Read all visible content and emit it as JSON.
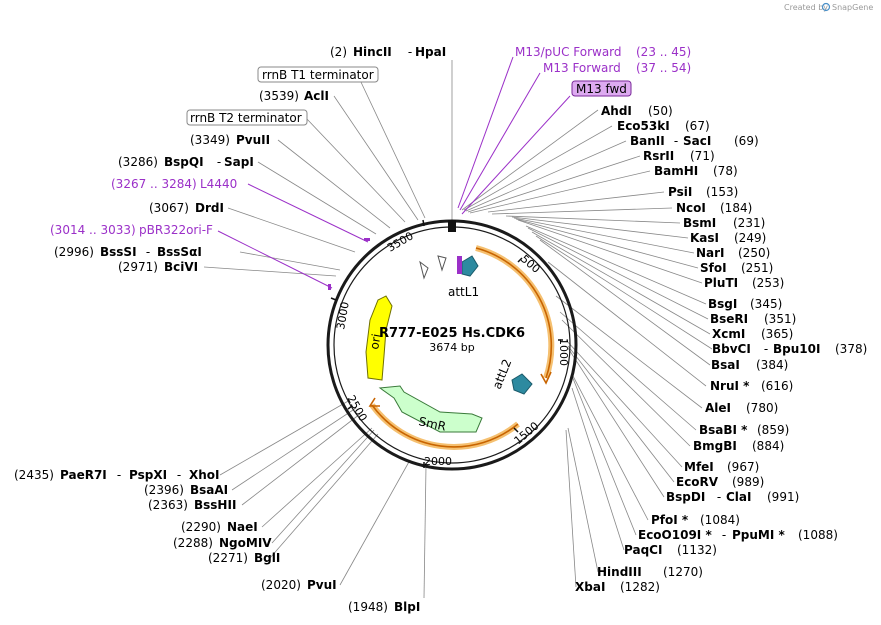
{
  "credit": {
    "prefix": "Created by",
    "brand": "SnapGene"
  },
  "plasmid": {
    "name": "R777-E025 Hs.CDK6",
    "length_label": "3674 bp"
  },
  "ticks": [
    "500",
    "1000",
    "1500",
    "2000",
    "2500",
    "3000",
    "3500"
  ],
  "features": {
    "attL1": "attL1",
    "attL2": "attL2",
    "ori": "ori",
    "SmR": "SmR",
    "rrnB_T1": "rrnB T1 terminator",
    "rrnB_T2": "rrnB T2 terminator"
  },
  "primers": {
    "m13_puc": {
      "name": "M13/pUC Forward",
      "range": "(23 .. 45)"
    },
    "m13": {
      "name": "M13 Forward",
      "range": "(37 .. 54)"
    },
    "m13_fwd": {
      "name": "M13 fwd"
    },
    "l4440": {
      "name": "L4440",
      "range": "(3267 .. 3284)"
    },
    "pbr322": {
      "name": "pBR322ori-F",
      "range": "(3014 .. 3033)"
    }
  },
  "sites": {
    "hinc": {
      "pos": "(2)",
      "name": "HincII",
      "name2": "HpaI"
    },
    "acli": {
      "pos": "(3539)",
      "name": "AclI"
    },
    "pvuii": {
      "pos": "(3349)",
      "name": "PvuII"
    },
    "bspqi": {
      "pos": "(3286)",
      "name": "BspQI",
      "name2": "SapI"
    },
    "drdi": {
      "pos": "(3067)",
      "name": "DrdI"
    },
    "bsssi": {
      "pos": "(2996)",
      "name": "BssSI",
      "name2": "BssSαI"
    },
    "bcivi": {
      "pos": "(2971)",
      "name": "BciVI"
    },
    "ahdi": {
      "name": "AhdI",
      "pos": "(50)"
    },
    "eco53ki": {
      "name": "Eco53kI",
      "pos": "(67)"
    },
    "banii": {
      "name": "BanII",
      "name2": "SacI",
      "pos": "(69)"
    },
    "rsrii": {
      "name": "RsrII",
      "pos": "(71)"
    },
    "bamhi": {
      "name": "BamHI",
      "pos": "(78)"
    },
    "psii": {
      "name": "PsiI",
      "pos": "(153)"
    },
    "ncoi": {
      "name": "NcoI",
      "pos": "(184)"
    },
    "bsmi": {
      "name": "BsmI",
      "pos": "(231)"
    },
    "kasi": {
      "name": "KasI",
      "pos": "(249)"
    },
    "nari": {
      "name": "NarI",
      "pos": "(250)"
    },
    "sfoi": {
      "name": "SfoI",
      "pos": "(251)"
    },
    "pluti": {
      "name": "PluTI",
      "pos": "(253)"
    },
    "bsgi": {
      "name": "BsgI",
      "pos": "(345)"
    },
    "bseri": {
      "name": "BseRI",
      "pos": "(351)"
    },
    "xcmi": {
      "name": "XcmI",
      "pos": "(365)"
    },
    "bbvci": {
      "name": "BbvCI",
      "name2": "Bpu10I",
      "pos": "(378)"
    },
    "bsai": {
      "name": "BsaI",
      "pos": "(384)"
    },
    "nrui": {
      "name": "NruI *",
      "pos": "(616)"
    },
    "alei": {
      "name": "AleI",
      "pos": "(780)"
    },
    "bsabi": {
      "name": "BsaBI *",
      "pos": "(859)"
    },
    "bmgbi": {
      "name": "BmgBI",
      "pos": "(884)"
    },
    "mfei": {
      "name": "MfeI",
      "pos": "(967)"
    },
    "ecorv": {
      "name": "EcoRV",
      "pos": "(989)"
    },
    "bspdi": {
      "name": "BspDI",
      "name2": "ClaI",
      "pos": "(991)"
    },
    "pfoi": {
      "name": "PfoI *",
      "pos": "(1084)"
    },
    "eco0109i": {
      "name": "EcoO109I *",
      "name2": "PpuMI *",
      "pos": "(1088)"
    },
    "paqci": {
      "name": "PaqCI",
      "pos": "(1132)"
    },
    "hindiii": {
      "name": "HindIII",
      "pos": "(1270)"
    },
    "xbai": {
      "name": "XbaI",
      "pos": "(1282)"
    },
    "paer7i": {
      "pos": "(2435)",
      "name": "PaeR7I",
      "name2": "PspXI",
      "name3": "XhoI"
    },
    "bsaai": {
      "pos": "(2396)",
      "name": "BsaAI"
    },
    "bsshii": {
      "pos": "(2363)",
      "name": "BssHII"
    },
    "naei": {
      "pos": "(2290)",
      "name": "NaeI"
    },
    "ngomiv": {
      "pos": "(2288)",
      "name": "NgoMIV"
    },
    "bgli": {
      "pos": "(2271)",
      "name": "BglI"
    },
    "pvui": {
      "pos": "(2020)",
      "name": "PvuI"
    },
    "blpi": {
      "pos": "(1948)",
      "name": "BlpI"
    }
  }
}
